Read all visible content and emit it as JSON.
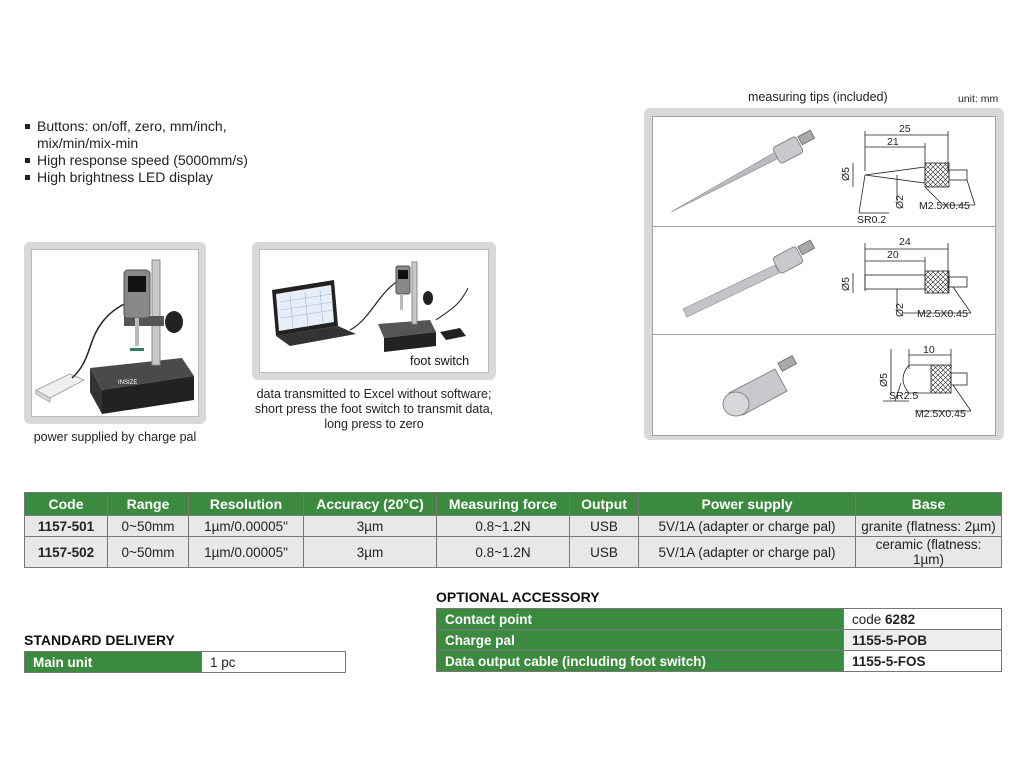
{
  "features": [
    "Buttons: on/off, zero, mm/inch,",
    "mix/min/mix-min",
    "High response speed (5000mm/s)",
    "High brightness LED display"
  ],
  "photo1": {
    "caption": "power supplied by charge pal",
    "logo_text": "INSIZE"
  },
  "photo2": {
    "inset_label": "foot switch",
    "caption_lines": [
      "data transmitted to Excel without software;",
      "short press the foot switch to transmit data,",
      "long press to zero"
    ]
  },
  "tips": {
    "title": "measuring tips (included)",
    "unit": "unit: mm",
    "tip1": {
      "overall": "25",
      "body": "21",
      "dia": "Ø5",
      "tip_dia": "Ø2",
      "radius": "SR0.2",
      "thread": "M2.5X0.45"
    },
    "tip2": {
      "overall": "24",
      "body": "20",
      "dia": "Ø5",
      "tip_dia": "Ø2",
      "thread": "M2.5X0.45"
    },
    "tip3": {
      "overall": "10",
      "dia": "Ø5",
      "radius": "SR2.5",
      "thread": "M2.5X0.45"
    }
  },
  "spec_table": {
    "headers": [
      "Code",
      "Range",
      "Resolution",
      "Accuracy (20°C)",
      "Measuring force",
      "Output",
      "Power supply",
      "Base"
    ],
    "rows": [
      [
        "1157-501",
        "0~50mm",
        "1µm/0.00005\"",
        "3µm",
        "0.8~1.2N",
        "USB",
        "5V/1A (adapter or charge pal)",
        "granite (flatness: 2µm)"
      ],
      [
        "1157-502",
        "0~50mm",
        "1µm/0.00005\"",
        "3µm",
        "0.8~1.2N",
        "USB",
        "5V/1A (adapter or charge pal)",
        "ceramic (flatness: 1µm)"
      ]
    ]
  },
  "standard_delivery": {
    "title": "STANDARD DELIVERY",
    "items": [
      {
        "name": "Main unit",
        "value": "1 pc"
      }
    ]
  },
  "optional_accessory": {
    "title": "OPTIONAL ACCESSORY",
    "items": [
      {
        "name": "Contact point",
        "value_prefix": "code",
        "value": "6282"
      },
      {
        "name": "Charge pal",
        "value_prefix": "",
        "value": "1155-5-POB"
      },
      {
        "name": "Data output cable (including foot switch)",
        "value_prefix": "",
        "value": "1155-5-FOS"
      }
    ]
  },
  "colors": {
    "header_green": "#3c8a3f",
    "frame_gray": "#d9d9d9"
  }
}
